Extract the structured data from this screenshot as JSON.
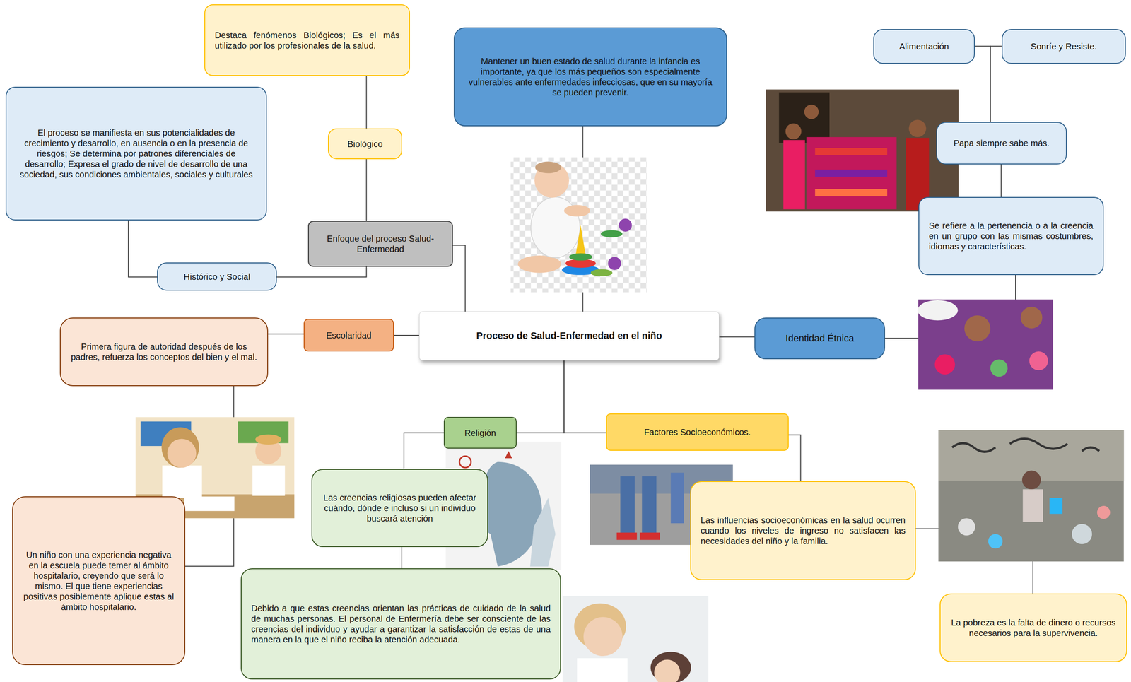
{
  "diagram": {
    "nodes": [
      {
        "text": [
          "Proceso de Salud-Enfermedad en el niño"
        ]
      },
      {
        "text": [
          "Mantener un buen estado de salud durante la infancia es importante, ya que los más pequeños son especialmente vulnerables ante enfermedades infecciosas, que en su mayoría se pueden prevenir."
        ]
      },
      {
        "text": [
          "Enfoque del proceso Salud-Enfermedad"
        ]
      },
      {
        "text": [
          "Biológico"
        ]
      },
      {
        "text": [
          "Destaca fenómenos Biológicos; Es el más utilizado por los profesionales de la salud."
        ]
      },
      {
        "text": [
          "Histórico y Social"
        ]
      },
      {
        "text": [
          "El proceso se manifiesta en sus potencialidades de crecimiento y desarrollo, en ausencia o en la presencia de riesgos; Se determina por patrones diferenciales de desarrollo; Expresa el grado de nivel de desarrollo de una sociedad, sus condiciones ambientales, sociales y culturales"
        ]
      },
      {
        "text": [
          "Escolaridad"
        ]
      },
      {
        "text": [
          "Primera figura de autoridad después de los padres, refuerza los conceptos del bien y el mal."
        ]
      },
      {
        "text": [
          "Un niño con una experiencia negativa en la escuela puede temer al ámbito hospitalario, creyendo que será lo mismo. El que tiene experiencias positivas posiblemente aplique estas al ámbito hospitalario."
        ]
      },
      {
        "text": [
          "Religión"
        ]
      },
      {
        "text": [
          "Las creencias religiosas pueden afectar cuándo, dónde e incluso si un individuo buscará atención"
        ]
      },
      {
        "text": [
          "Debido a que estas creencias orientan las prácticas de cuidado de la salud de muchas personas. El personal de Enfermería debe ser consciente de las creencias del individuo y ayudar a garantizar la satisfacción de estas de una manera en la que el niño reciba la atención adecuada."
        ]
      },
      {
        "text": [
          "Factores Socioeconómicos."
        ]
      },
      {
        "text": [
          "Las influencias socioeconómicas en la salud ocurren cuando los niveles de ingreso no satisfacen las necesidades del niño y la familia."
        ]
      },
      {
        "text": [
          "La pobreza es la falta de dinero o recursos necesarios para la supervivencia."
        ]
      },
      {
        "text": [
          "Identidad Étnica"
        ]
      },
      {
        "text": [
          "Se refiere a la pertenencia o a la creencia en un grupo con las mismas costumbres, idiomas y características."
        ]
      },
      {
        "text": [
          "Papa siempre sabe más."
        ]
      },
      {
        "text": [
          "Alimentación"
        ]
      },
      {
        "text": [
          "Sonríe y Resiste."
        ]
      }
    ],
    "edges": [
      {
        "from": 0,
        "to": 1,
        "arrow": "none"
      },
      {
        "from": 0,
        "to": 2,
        "arrow": "none"
      },
      {
        "from": 2,
        "to": 3,
        "arrow": "none"
      },
      {
        "from": 3,
        "to": 4,
        "arrow": "none"
      },
      {
        "from": 2,
        "to": 5,
        "arrow": "none"
      },
      {
        "from": 5,
        "to": 6,
        "arrow": "none"
      },
      {
        "from": 0,
        "to": 7,
        "arrow": "none"
      },
      {
        "from": 7,
        "to": 8,
        "arrow": "none"
      },
      {
        "from": 8,
        "to": 9,
        "arrow": "none"
      },
      {
        "from": 0,
        "to": 10,
        "arrow": "none"
      },
      {
        "from": 0,
        "to": 13,
        "arrow": "none"
      },
      {
        "from": 10,
        "to": 11,
        "arrow": "none"
      },
      {
        "from": 11,
        "to": 12,
        "arrow": "none"
      },
      {
        "from": 13,
        "to": 14,
        "arrow": "none"
      },
      {
        "from": 14,
        "to": 15,
        "arrow": "none"
      },
      {
        "from": 0,
        "to": 16,
        "arrow": "none"
      },
      {
        "from": 16,
        "to": 17,
        "arrow": "none"
      },
      {
        "from": 17,
        "to": 18,
        "arrow": "none"
      },
      {
        "from": 18,
        "to": 19,
        "arrow": "none"
      },
      {
        "from": 18,
        "to": 20,
        "arrow": "none"
      }
    ]
  }
}
